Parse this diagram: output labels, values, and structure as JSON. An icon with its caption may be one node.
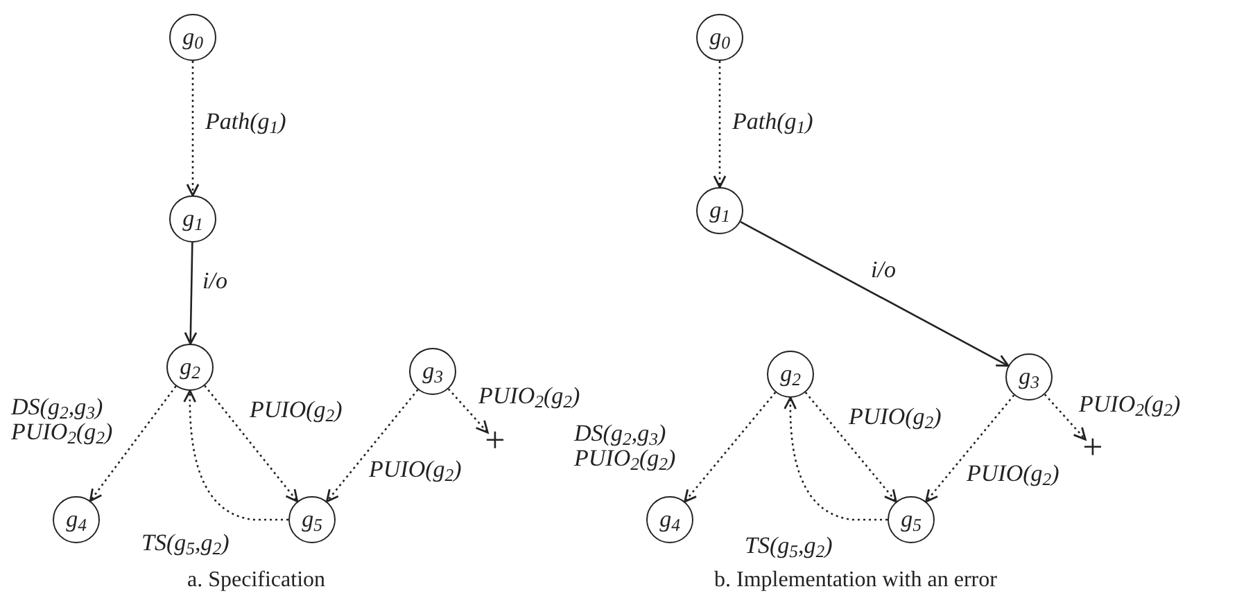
{
  "diagram": {
    "nodes": [
      {
        "text": [
          "g$_{0}$"
        ]
      },
      {
        "text": [
          "g$_{1}$"
        ]
      },
      {
        "text": [
          "g$_{2}$"
        ]
      },
      {
        "text": [
          "g$_{3}$"
        ]
      },
      {
        "text": [
          "g$_{4}$"
        ]
      },
      {
        "text": [
          "g$_{5}$"
        ]
      },
      {
        "text": [
          "+"
        ]
      },
      {
        "text": [
          "g$_{0}$"
        ]
      },
      {
        "text": [
          "g$_{1}$"
        ]
      },
      {
        "text": [
          "g$_{2}$"
        ]
      },
      {
        "text": [
          "g$_{3}$"
        ]
      },
      {
        "text": [
          "g$_{4}$"
        ]
      },
      {
        "text": [
          "g$_{5}$"
        ]
      },
      {
        "text": [
          "+"
        ]
      }
    ],
    "edges": [
      {
        "from": 0,
        "to": 1,
        "arrow": "to",
        "style": "dashed",
        "label": "Path(g$_{1}$)"
      },
      {
        "from": 1,
        "to": 2,
        "arrow": "to",
        "label": "i/o"
      },
      {
        "from": 2,
        "to": 4,
        "arrow": "to",
        "style": "dashed",
        "label": "DS(g$_{2}$,g$_{3}$) PUIO$_{2}$(g$_{2}$)"
      },
      {
        "from": 2,
        "to": 5,
        "arrow": "to",
        "style": "dashed",
        "label": "PUIO(g$_{2}$)"
      },
      {
        "from": 5,
        "to": 2,
        "arrow": "to",
        "style": "dashed",
        "label": "TS(g$_{5}$,g$_{2}$)"
      },
      {
        "from": 3,
        "to": 5,
        "arrow": "to",
        "style": "dashed",
        "label": "PUIO(g$_{2}$)"
      },
      {
        "from": 3,
        "to": 6,
        "arrow": "to",
        "style": "dashed",
        "label": "PUIO$_{2}$(g$_{2}$)"
      },
      {
        "from": 7,
        "to": 8,
        "arrow": "to",
        "style": "dashed",
        "label": "Path(g$_{1}$)"
      },
      {
        "from": 8,
        "to": 10,
        "arrow": "to",
        "label": "i/o"
      },
      {
        "from": 9,
        "to": 11,
        "arrow": "to",
        "style": "dashed",
        "label": "DS(g$_{2}$,g$_{3}$) PUIO$_{2}$(g$_{2}$)"
      },
      {
        "from": 9,
        "to": 12,
        "arrow": "to",
        "style": "dashed",
        "label": "PUIO(g$_{2}$)"
      },
      {
        "from": 12,
        "to": 9,
        "arrow": "to",
        "style": "dashed",
        "label": "TS(g$_{5}$,g$_{2}$)"
      },
      {
        "from": 10,
        "to": 12,
        "arrow": "to",
        "style": "dashed",
        "label": "PUIO(g$_{2}$)"
      },
      {
        "from": 10,
        "to": 13,
        "arrow": "to",
        "style": "dashed",
        "label": "PUIO$_{2}$(g$_{2}$)"
      }
    ],
    "labels": [
      "a. Specification",
      "b. Implementation with an error"
    ]
  }
}
